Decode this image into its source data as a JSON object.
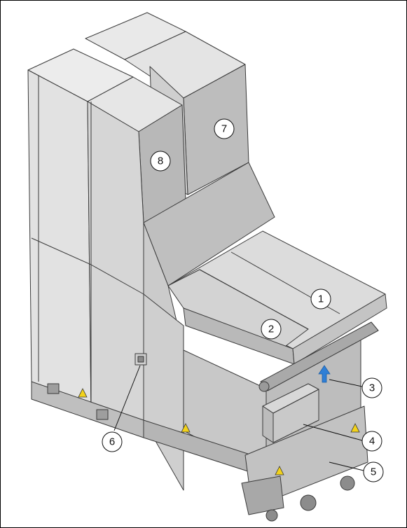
{
  "figure": {
    "colors": {
      "panel_light": "#e6e6e6",
      "panel_mid": "#cfcfcf",
      "panel_dark": "#b3b3b3",
      "outline": "#3a3a3a",
      "arrow_blue": "#2f7fd6",
      "warning_yellow": "#f2d21b"
    },
    "callouts": [
      {
        "id": "1",
        "label": "1"
      },
      {
        "id": "2",
        "label": "2"
      },
      {
        "id": "3",
        "label": "3"
      },
      {
        "id": "4",
        "label": "4"
      },
      {
        "id": "5",
        "label": "5"
      },
      {
        "id": "6",
        "label": "6"
      },
      {
        "id": "7",
        "label": "7"
      },
      {
        "id": "8",
        "label": "8"
      }
    ]
  }
}
